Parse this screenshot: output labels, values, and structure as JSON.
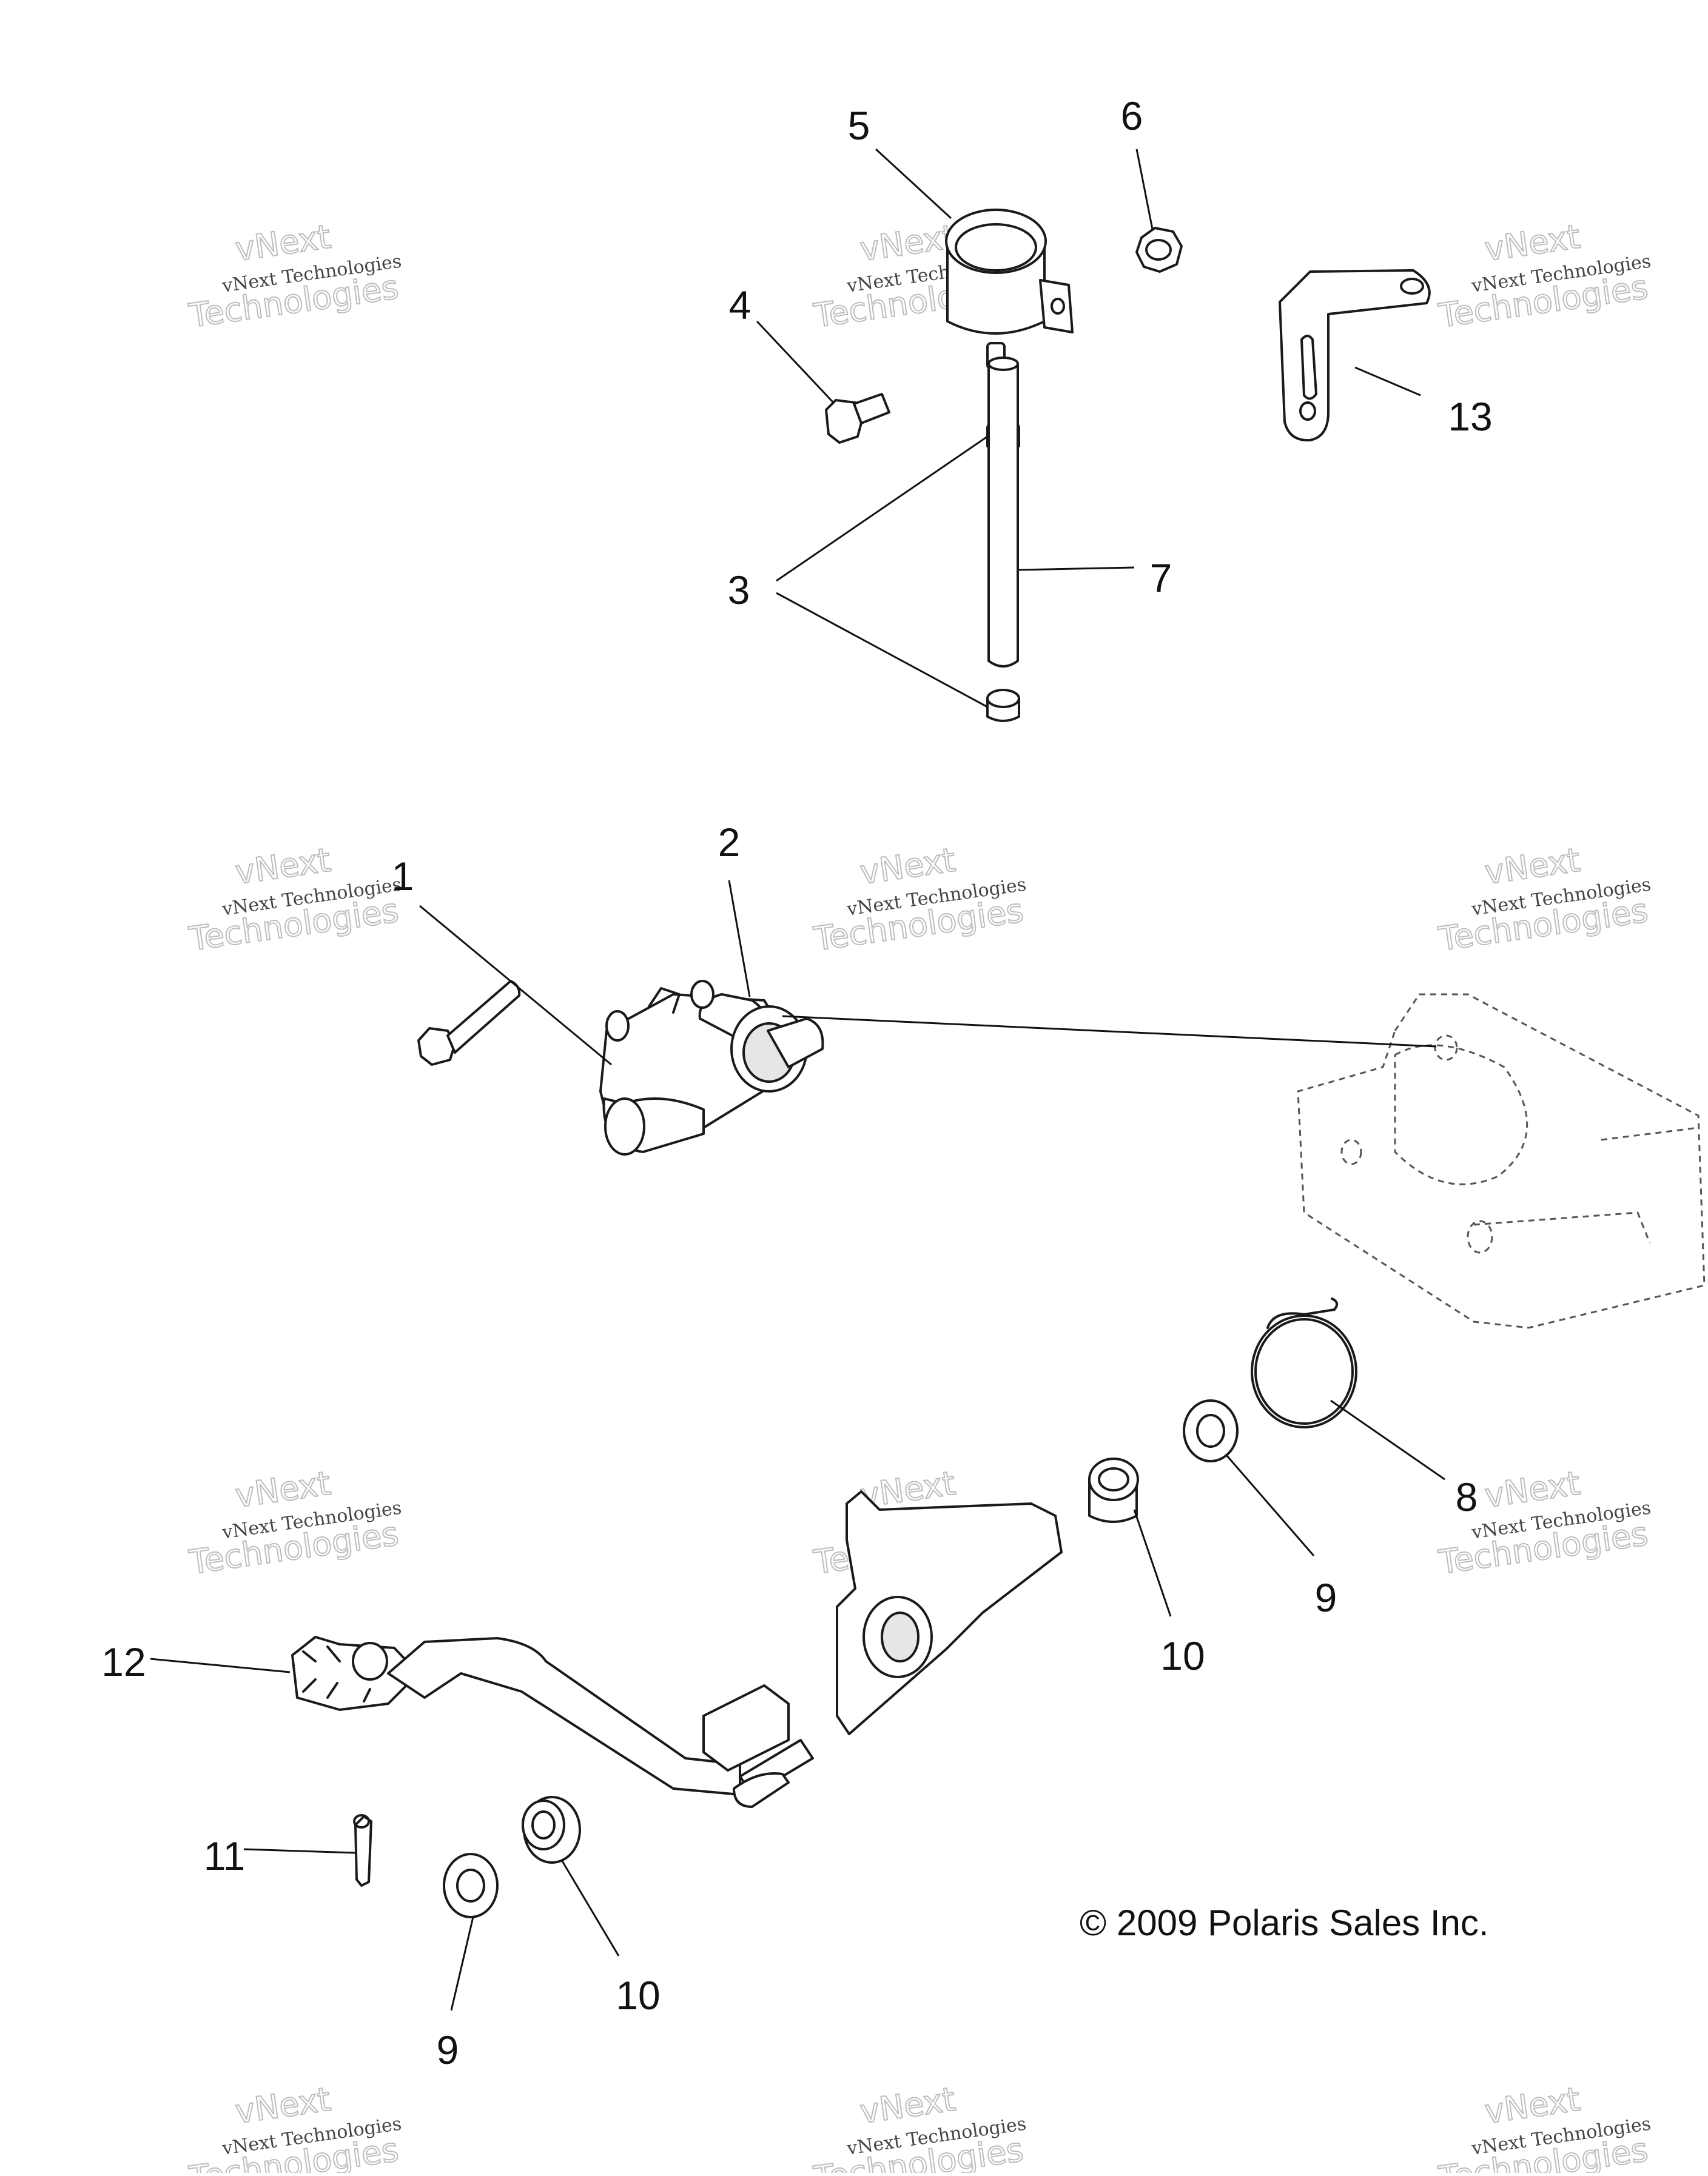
{
  "callouts": [
    {
      "id": "1",
      "label": "1"
    },
    {
      "id": "2",
      "label": "2"
    },
    {
      "id": "3",
      "label": "3"
    },
    {
      "id": "4",
      "label": "4"
    },
    {
      "id": "5",
      "label": "5"
    },
    {
      "id": "6",
      "label": "6"
    },
    {
      "id": "7",
      "label": "7"
    },
    {
      "id": "8",
      "label": "8"
    },
    {
      "id": "9a",
      "label": "9"
    },
    {
      "id": "9b",
      "label": "9"
    },
    {
      "id": "10a",
      "label": "10"
    },
    {
      "id": "10b",
      "label": "10"
    },
    {
      "id": "11",
      "label": "11"
    },
    {
      "id": "12",
      "label": "12"
    },
    {
      "id": "13",
      "label": "13"
    }
  ],
  "copyright": "© 2009 Polaris Sales Inc.",
  "watermark": {
    "line1": "vNext Technologies",
    "line2": "Technologies",
    "line3": "vNext"
  }
}
